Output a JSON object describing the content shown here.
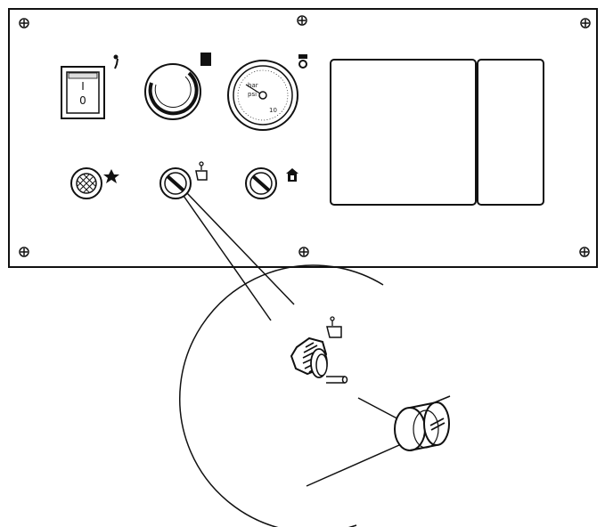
{
  "panel": {
    "power_switch": {
      "on_mark": "I",
      "off_mark": "0"
    },
    "gauge": {
      "scale_labels": [
        "bar",
        "psi",
        "10"
      ]
    }
  },
  "colors": {
    "line": "#111111",
    "panel_fill": "#ffffff",
    "background": "#ffffff"
  },
  "icons": {
    "power": "power-plug-icon",
    "thermostat": "thermostat-icon",
    "pressure": "pressure-icon",
    "overheat": "overheat-icon",
    "manual": "manual-hand-icon",
    "reset": "reset-icon"
  }
}
